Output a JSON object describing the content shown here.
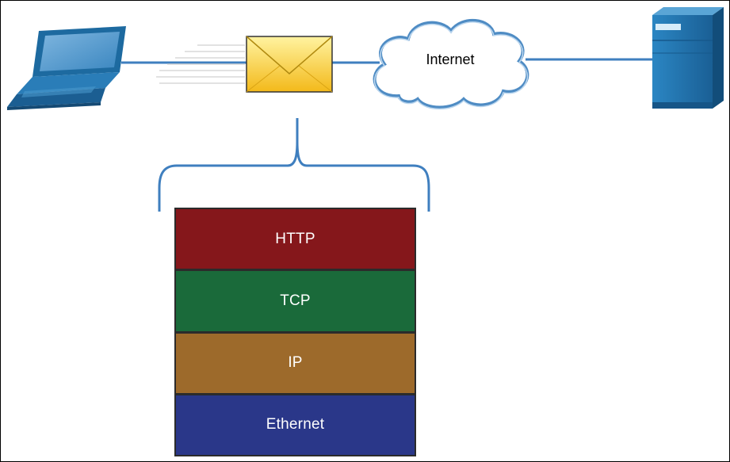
{
  "network": {
    "cloud_label": "Internet"
  },
  "protocol_stack": {
    "layers": [
      {
        "label": "HTTP",
        "color": "#85171b"
      },
      {
        "label": "TCP",
        "color": "#1a6a3a"
      },
      {
        "label": "IP",
        "color": "#9d6a2b"
      },
      {
        "label": "Ethernet",
        "color": "#2a3789"
      }
    ]
  },
  "colors": {
    "link_line": "#3f7fbf",
    "device_blue": "#1e6fa8",
    "envelope_yellow": "#f5c21b"
  },
  "icons": [
    "laptop-icon",
    "envelope-icon",
    "cloud-icon",
    "server-icon"
  ]
}
